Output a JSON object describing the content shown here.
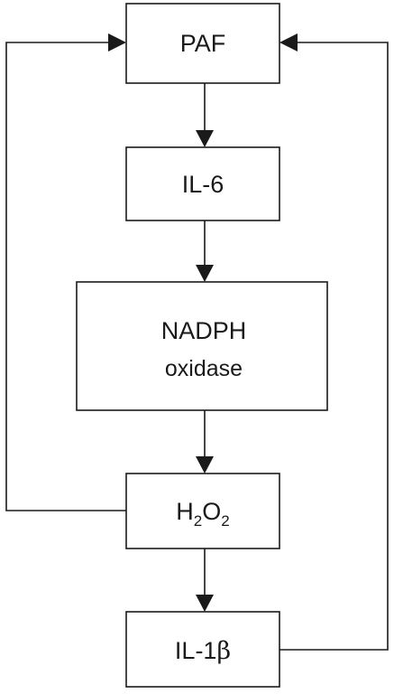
{
  "nodes": {
    "paf": {
      "label": "PAF"
    },
    "il6": {
      "label": "IL-6"
    },
    "nadph": {
      "line1": "NADPH",
      "line2": "oxidase"
    },
    "h2o2": {
      "h": "H",
      "sub1": "2",
      "o": "O",
      "sub2": "2"
    },
    "il1b": {
      "prefix": "IL-1",
      "greek": "β"
    }
  },
  "colors": {
    "stroke": "#1a1a1a",
    "fill": "#ffffff"
  }
}
